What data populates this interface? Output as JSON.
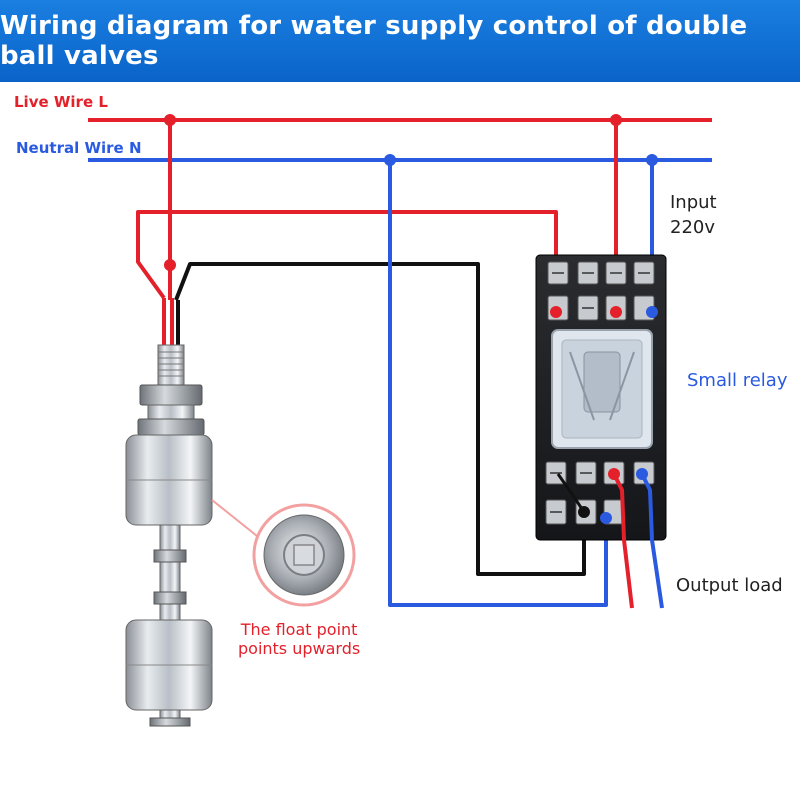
{
  "title": "Wiring diagram for water supply control of double ball valves",
  "labels": {
    "live_wire": "Live Wire L",
    "neutral_wire": "Neutral Wire N",
    "input_line1": "Input",
    "input_line2": "220v",
    "small_relay": "Small relay",
    "output_load": "Output load",
    "float_line1": "The float point",
    "float_line2": "points upwards"
  },
  "colors": {
    "title_bg": "#0a63c9",
    "live": "#e4202a",
    "neutral": "#2a5ae0",
    "signal": "#111111"
  }
}
